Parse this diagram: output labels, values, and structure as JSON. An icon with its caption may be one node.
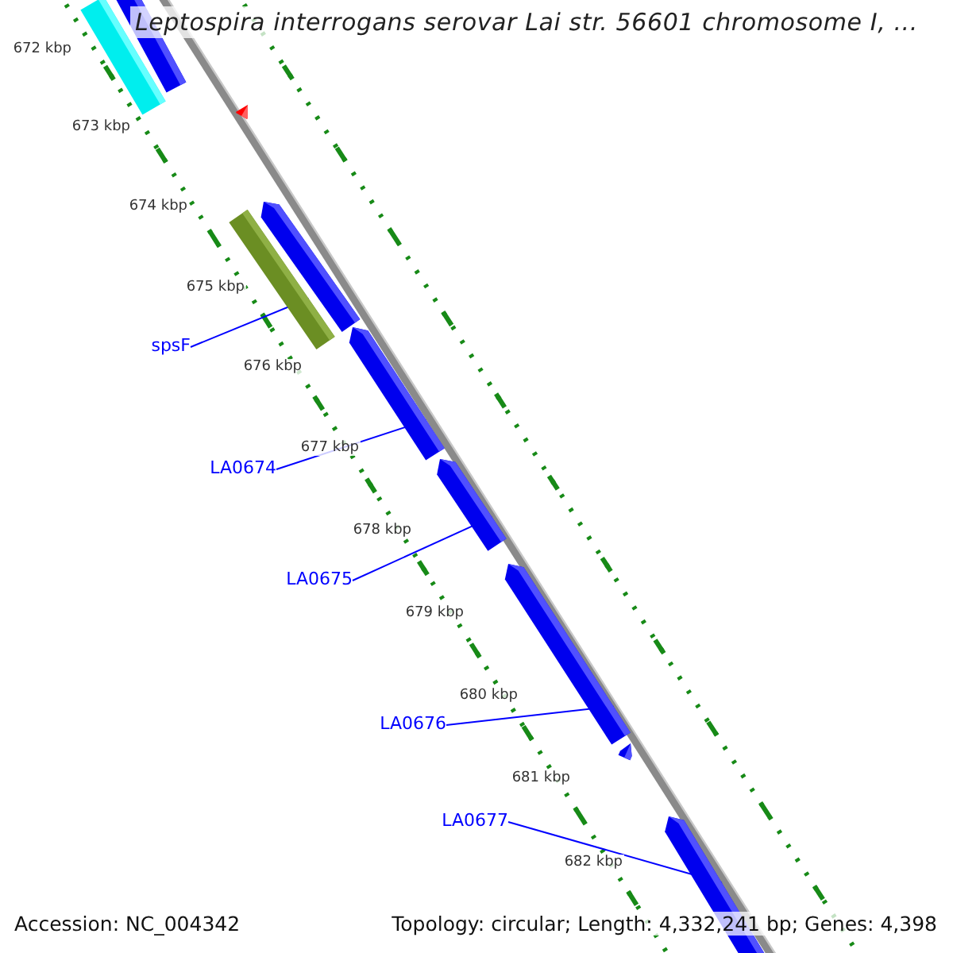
{
  "diagram": {
    "title": "Leptospira interrogans serovar Lai str. 56601 chromosome I, ...",
    "nodes": [
      {
        "text": [
          "spsF"
        ]
      },
      {
        "text": [
          "LA0674"
        ]
      },
      {
        "text": [
          "LA0675"
        ]
      },
      {
        "text": [
          "LA0676"
        ]
      },
      {
        "text": [
          "LA0677"
        ]
      },
      {
        "text": [],
        "shape": "bar"
      },
      {
        "text": [],
        "shape": "bar"
      },
      {
        "text": [],
        "shape": "bar"
      },
      {
        "text": [],
        "shape": "bar"
      },
      {
        "text": [],
        "shape": "bar"
      },
      {
        "text": [],
        "shape": "bar"
      },
      {
        "text": [],
        "shape": "bar"
      },
      {
        "text": [],
        "shape": "bar"
      },
      {
        "text": [],
        "shape": "bar"
      },
      {
        "text": [],
        "shape": "bar"
      }
    ],
    "edges": [
      {
        "from": 0,
        "to": 9,
        "arrow": "none"
      },
      {
        "from": 1,
        "to": 10,
        "arrow": "none"
      },
      {
        "from": 2,
        "to": 11,
        "arrow": "none"
      },
      {
        "from": 3,
        "to": 12,
        "arrow": "none"
      },
      {
        "from": 4,
        "to": 14,
        "arrow": "none"
      }
    ],
    "labels": [
      "672 kbp",
      "673 kbp",
      "674 kbp",
      "675 kbp",
      "676 kbp",
      "677 kbp",
      "678 kbp",
      "679 kbp",
      "680 kbp",
      "681 kbp",
      "682 kbp",
      "Accession: NC_004342",
      "Topology: circular; Length: 4,332,241 bp; Genes: 4,398"
    ]
  }
}
